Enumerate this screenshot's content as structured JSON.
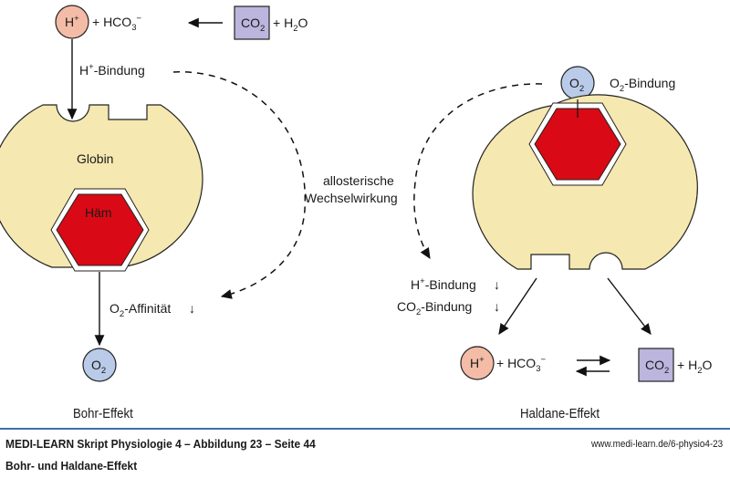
{
  "colors": {
    "globin": "#f5e8b0",
    "heme": "#d90a15",
    "proton": "#f4bca6",
    "co2": "#bcb5de",
    "oxygen": "#b9cbe8",
    "rule": "#3f6fa8"
  },
  "bohr": {
    "proton_label": "H",
    "proton_charge": "+",
    "bicarbonate_prefix": "+ HCO",
    "bicarbonate_sub": "3",
    "bicarbonate_charge": "−",
    "co2_label": "CO",
    "co2_sub": "2",
    "water_prefix": "+ H",
    "water_sub": "2",
    "water_suffix": "O",
    "h_binding_prefix": "H",
    "h_binding_sup": "+",
    "h_binding_suffix": "-Bindung",
    "globin_label": "Globin",
    "heme_label": "Häm",
    "o2_affinity_prefix": "O",
    "o2_affinity_sub": "2",
    "o2_affinity_suffix": "-Affinität",
    "o2_affinity_trend": "↓",
    "oxygen_label": "O",
    "oxygen_sub": "2",
    "caption": "Bohr-Effekt"
  },
  "center": {
    "line1": "allosterische",
    "line2": "Wechselwirkung"
  },
  "haldane": {
    "oxygen_label": "O",
    "oxygen_sub": "2",
    "o2_binding_prefix": "O",
    "o2_binding_sub": "2",
    "o2_binding_suffix": "-Bindung",
    "h_binding_prefix": "H",
    "h_binding_sup": "+",
    "h_binding_suffix": "-Bindung",
    "h_binding_trend": "↓",
    "co2_binding_prefix": "CO",
    "co2_binding_sub": "2",
    "co2_binding_suffix": "-Bindung",
    "co2_binding_trend": "↓",
    "proton_label": "H",
    "proton_charge": "+",
    "bicarbonate_prefix": "+ HCO",
    "bicarbonate_sub": "3",
    "bicarbonate_charge": "−",
    "co2_label": "CO",
    "co2_sub": "2",
    "water_prefix": "+ H",
    "water_sub": "2",
    "water_suffix": "O",
    "caption": "Haldane-Effekt"
  },
  "footer": {
    "title": "MEDI-LEARN Skript Physiologie 4 – Abbildung 23 – Seite 44",
    "url": "www.medi-learn.de/6-physio4-23",
    "subtitle": "Bohr- und Haldane-Effekt"
  }
}
